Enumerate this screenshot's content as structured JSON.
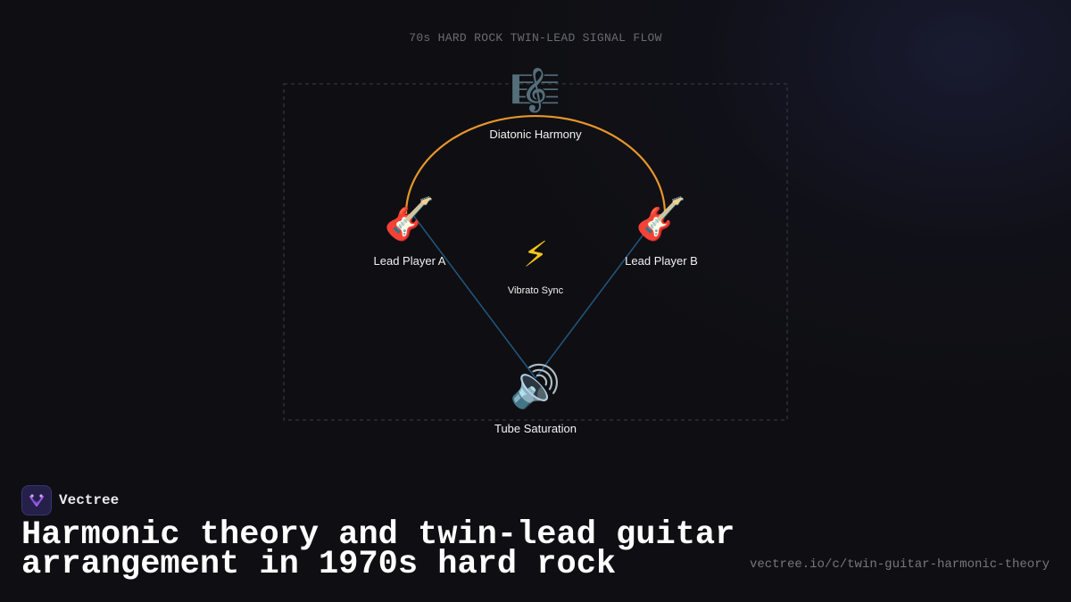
{
  "diagram": {
    "title": "70s HARD ROCK TWIN-LEAD SIGNAL FLOW",
    "colors": {
      "harmony_arc": "#e8962a",
      "signal_line": "#23577f",
      "frame": "#3c3c44"
    },
    "nodes": {
      "harmony": {
        "label": "Diatonic Harmony",
        "icon": "musical-score-icon",
        "glyph": "🎼"
      },
      "lead_a": {
        "label": "Lead Player A",
        "icon": "guitar-icon",
        "glyph": "🎸"
      },
      "lead_b": {
        "label": "Lead Player B",
        "icon": "guitar-icon",
        "glyph": "🎸"
      },
      "vibrato": {
        "label": "Vibrato Sync",
        "icon": "lightning-icon",
        "glyph": "⚡"
      },
      "output": {
        "label": "Tube Saturation",
        "icon": "speaker-icon",
        "glyph": "🔊"
      }
    }
  },
  "footer": {
    "brand_name": "Vectree",
    "brand_icon": "vectree-logo-icon",
    "headline": "Harmonic theory and twin-lead guitar arrangement in 1970s hard rock",
    "url": "vectree.io/c/twin-guitar-harmonic-theory"
  }
}
